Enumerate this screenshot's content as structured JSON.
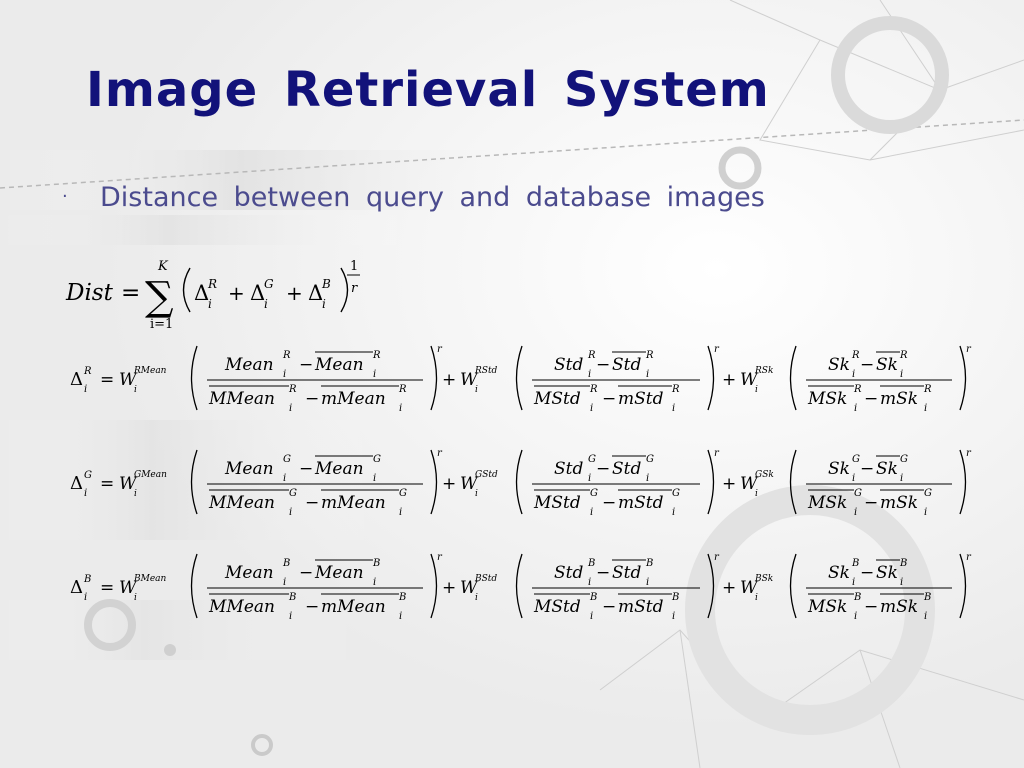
{
  "slide": {
    "title": "Image Retrieval System",
    "bullet": "Distance between query and database images"
  },
  "dist_formula": {
    "lhs": "Dist",
    "eq": "=",
    "sum_symbol": "∑",
    "upper_limit": "K",
    "lower_limit": "i=1",
    "delta": "Δ",
    "ch_r": "R",
    "ch_g": "G",
    "ch_b": "B",
    "sub": "i",
    "plus": "+",
    "exp_num": "1",
    "exp_den": "r"
  },
  "channel_equations": [
    {
      "ch": "R",
      "w_mean": "RMean",
      "w_std": "RStd",
      "w_sk": "RSk"
    },
    {
      "ch": "G",
      "w_mean": "GMean",
      "w_std": "GStd",
      "w_sk": "GSk"
    },
    {
      "ch": "B",
      "w_mean": "BMean",
      "w_std": "BStd",
      "w_sk": "BSk"
    }
  ],
  "term_text": {
    "delta": "Δ",
    "w": "W",
    "i": "i",
    "eq": "=",
    "plus": "+",
    "minus": "−",
    "exp": "r",
    "mean": "Mean",
    "mmean_max": "MMean",
    "mmean_min": "mMean",
    "std": "Std",
    "mstd_max": "MStd",
    "mstd_min": "mStd",
    "sk": "Sk",
    "msk_max": "MSk",
    "msk_min": "mSk"
  },
  "colors": {
    "title": "#12127a",
    "bullet": "#4b4b8e",
    "background": "#f4f4f4",
    "formula": "#000000"
  }
}
